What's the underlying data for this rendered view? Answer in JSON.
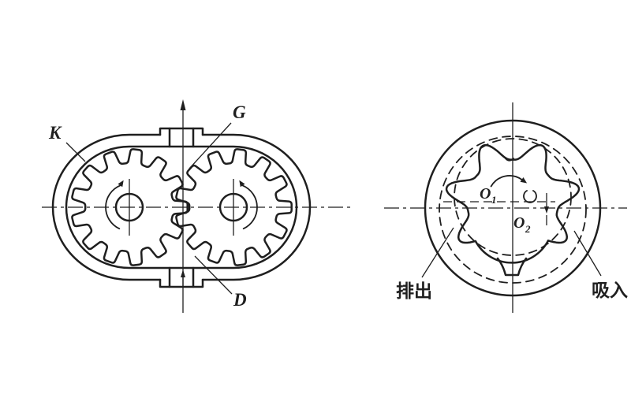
{
  "figure": {
    "description_left": "external gear pump section",
    "description_right": "internal rotor (gerotor) pump section"
  },
  "left": {
    "labels": {
      "casing": "K",
      "mesh": "G",
      "inlet": "D"
    }
  },
  "right": {
    "labels": {
      "o1_base": "O",
      "o1_sub": "1",
      "o2_base": "O",
      "o2_sub": "2",
      "discharge": "排出",
      "suction": "吸入"
    }
  }
}
